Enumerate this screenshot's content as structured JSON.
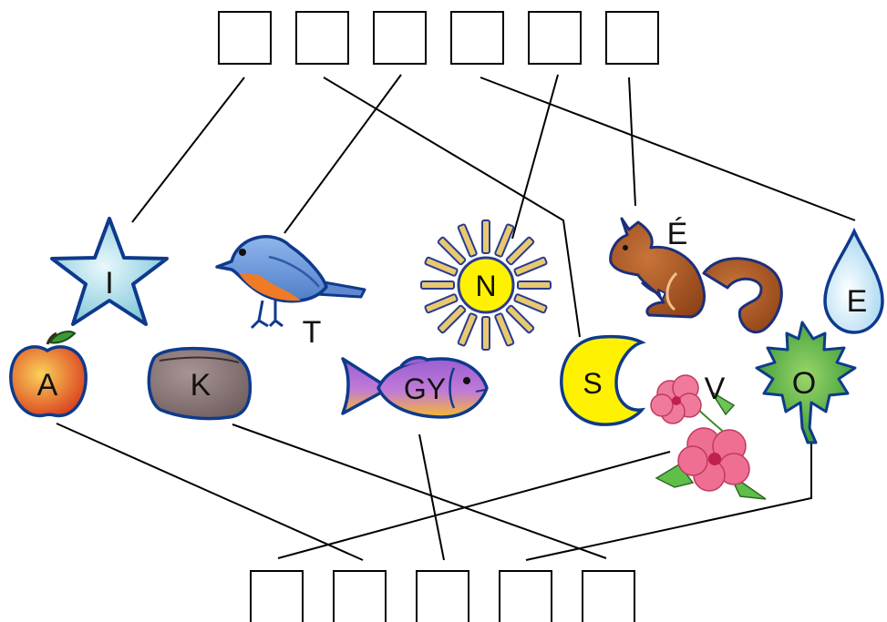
{
  "items": {
    "star": {
      "letter": "I",
      "icon": "star-icon",
      "fill": "#a6dbe9"
    },
    "bird": {
      "letter": "T",
      "icon": "bird-icon",
      "fill": "#6b98d6"
    },
    "sun": {
      "letter": "N",
      "icon": "sun-icon",
      "fill": "#fff200"
    },
    "squirrel": {
      "letter": "É",
      "icon": "squirrel-icon",
      "fill": "#a4541f"
    },
    "drop": {
      "letter": "E",
      "icon": "water-drop-icon",
      "fill": "#cfeaf8"
    },
    "apple": {
      "letter": "A",
      "icon": "apple-icon",
      "fill": "#ea5a24"
    },
    "rock": {
      "letter": "K",
      "icon": "rock-icon",
      "fill": "#8a7676"
    },
    "fish": {
      "letter": "GY",
      "icon": "fish-icon",
      "fill": "#9966cc"
    },
    "moon": {
      "letter": "S",
      "icon": "moon-icon",
      "fill": "#fff200"
    },
    "flower": {
      "letter": "V",
      "icon": "hibiscus-flower-icon",
      "fill": "#ee6f91"
    },
    "leaf": {
      "letter": "O",
      "icon": "leaf-icon",
      "fill": "#3c9a35"
    }
  },
  "top_boxes_count": 6,
  "bottom_boxes_count": 5
}
